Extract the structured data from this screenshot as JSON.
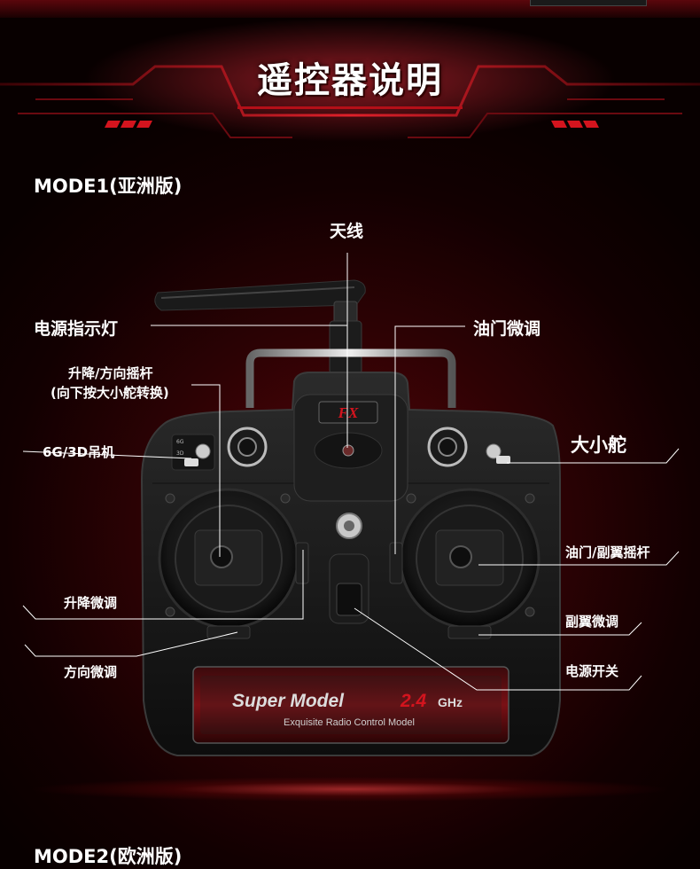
{
  "header": {
    "title": "遥控器说明"
  },
  "sections": {
    "mode1": "MODE1(亚洲版)",
    "mode2": "MODE2(欧洲版)"
  },
  "labels": {
    "antenna": "天线",
    "power_indicator": "电源指示灯",
    "throttle_trim": "油门微调",
    "elevator_rudder_stick_1": "升降/方向摇杆",
    "elevator_rudder_stick_2": "(向下按大小舵转换)",
    "mode_6g3d": "6G/3D吊机",
    "dual_rate": "大小舵",
    "throttle_aileron_stick": "油门/副翼摇杆",
    "elevator_trim": "升降微调",
    "aileron_trim": "副翼微调",
    "rudder_trim": "方向微调",
    "power_switch": "电源开关"
  },
  "device": {
    "logo": "FX",
    "brand": "Super Model",
    "frequency": "2.4",
    "frequency_unit": "GHz",
    "tagline": "Exquisite Radio Control Model",
    "switch_labels": [
      "6G",
      "3D"
    ]
  },
  "colors": {
    "accent": "#d3141e",
    "background": "#1a0102",
    "callout_line": "#ffffff"
  }
}
